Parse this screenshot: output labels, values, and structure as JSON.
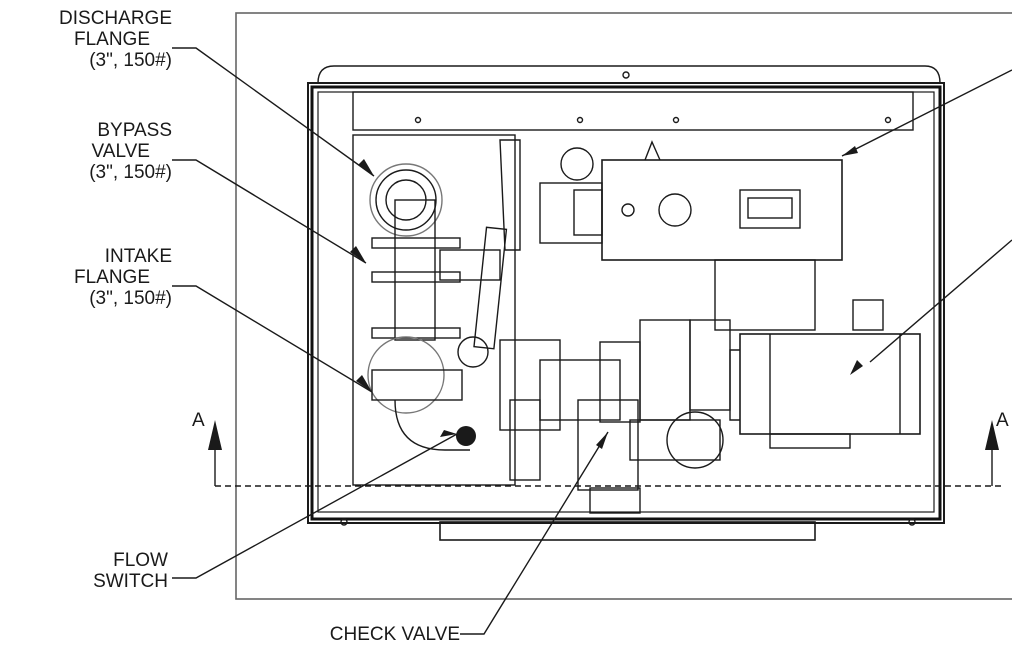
{
  "callouts": {
    "discharge": {
      "line1": "DISCHARGE",
      "line2": "FLANGE",
      "line3": "(3\", 150#)"
    },
    "bypass": {
      "line1": "BYPASS",
      "line2": "VALVE",
      "line3": "(3\", 150#)"
    },
    "intake": {
      "line1": "INTAKE",
      "line2": "FLANGE",
      "line3": "(3\", 150#)"
    },
    "flow_switch": {
      "line1": "FLOW",
      "line2": "SWITCH"
    },
    "check_valve": {
      "line1": "CHECK VALVE"
    }
  },
  "section_marks": {
    "left": "A",
    "right": "A"
  },
  "colors": {
    "ink": "#1a1a1a",
    "frame": "#666666"
  }
}
